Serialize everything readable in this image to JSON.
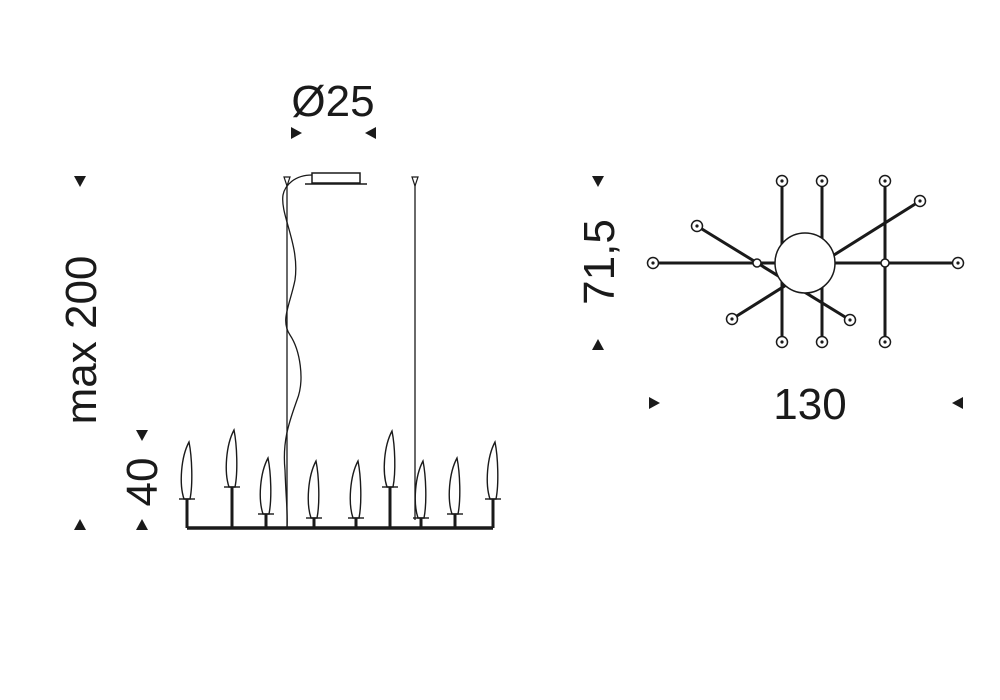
{
  "title": "Pendant lamp dimension drawing",
  "dimensions": {
    "canopy_diameter": "Ø25",
    "max_height": "max 200",
    "candle_height": "40",
    "depth": "71,5",
    "width": "130"
  },
  "colors": {
    "line": "#1a1a1a",
    "background": "#ffffff"
  }
}
